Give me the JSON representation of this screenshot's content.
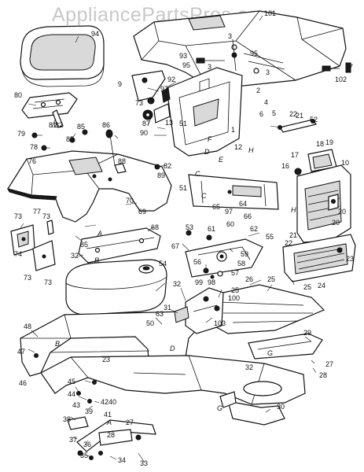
{
  "watermark": "AppliancePartsPros.com",
  "callouts": {
    "c94": "94",
    "c101": "101",
    "c3a": "3",
    "c95a": "95",
    "c93": "93",
    "c95b": "95",
    "c3b": "3",
    "c3c": "3",
    "c7": "7",
    "c102": "102",
    "c92": "92",
    "c9": "9",
    "c97": "97",
    "c2": "2",
    "c4": "4",
    "c5": "5",
    "c6": "6",
    "c80": "80",
    "c81": "81",
    "c82a": "82",
    "c73a": "73",
    "c87": "87",
    "c13": "13",
    "c51a": "51",
    "c22": "22",
    "c21a": "21",
    "c52": "52",
    "c79": "79",
    "c78": "78",
    "c85a": "85",
    "c85b": "85",
    "c86": "86",
    "c90": "90",
    "c1": "1",
    "c12": "12",
    "c18": "18",
    "c19": "19",
    "c17": "17",
    "c16": "16",
    "c10": "10",
    "c76": "76",
    "c88": "88",
    "c82b": "82",
    "c89": "89",
    "c51b": "51",
    "c77": "77",
    "c70": "70",
    "c69": "69",
    "c65": "65",
    "c97b": "97",
    "c64": "64",
    "c66": "66",
    "c73b": "73",
    "c73c": "73",
    "c74": "74",
    "c73d": "73",
    "c73e": "73",
    "c85c": "85",
    "c68": "68",
    "c53": "53",
    "c61": "61",
    "c60": "60",
    "c62": "62",
    "c55": "55",
    "c20": "20",
    "c21b": "21",
    "c22b": "22",
    "c32a": "32",
    "c67": "67",
    "c59": "59",
    "c56": "56",
    "c58": "58",
    "c57": "57",
    "c23": "23",
    "c54": "54",
    "c24": "24",
    "c32b": "32",
    "c99": "99",
    "c98": "98",
    "c26": "26",
    "c25a": "25",
    "c25b": "25",
    "c25c": "25",
    "c100": "100",
    "c31": "31",
    "c48": "48",
    "c63": "63",
    "c50": "50",
    "c103": "103",
    "c47": "47",
    "c29": "29",
    "c27": "27",
    "c28": "28",
    "c45": "45",
    "c23b": "23",
    "c46": "46",
    "c32c": "32",
    "c44": "44",
    "c43": "43",
    "c42": "42",
    "c40": "40",
    "c41": "41",
    "c39": "39",
    "c38": "38",
    "c37": "37",
    "c36": "36",
    "c35": "35",
    "c34": "34",
    "c33": "33",
    "c30": "30",
    "c20b": "20",
    "c28b": "28",
    "c27b": "27"
  },
  "letters": {
    "l_h1": "H",
    "l_e": "E",
    "l_f": "F",
    "l_d": "D",
    "l_c1": "C",
    "l_c2": "C",
    "l_h2": "H",
    "l_a1": "A",
    "l_b1": "B",
    "l_b2": "B",
    "l_d2": "D",
    "l_g1": "G",
    "l_g2": "G",
    "l_a2": "A"
  }
}
